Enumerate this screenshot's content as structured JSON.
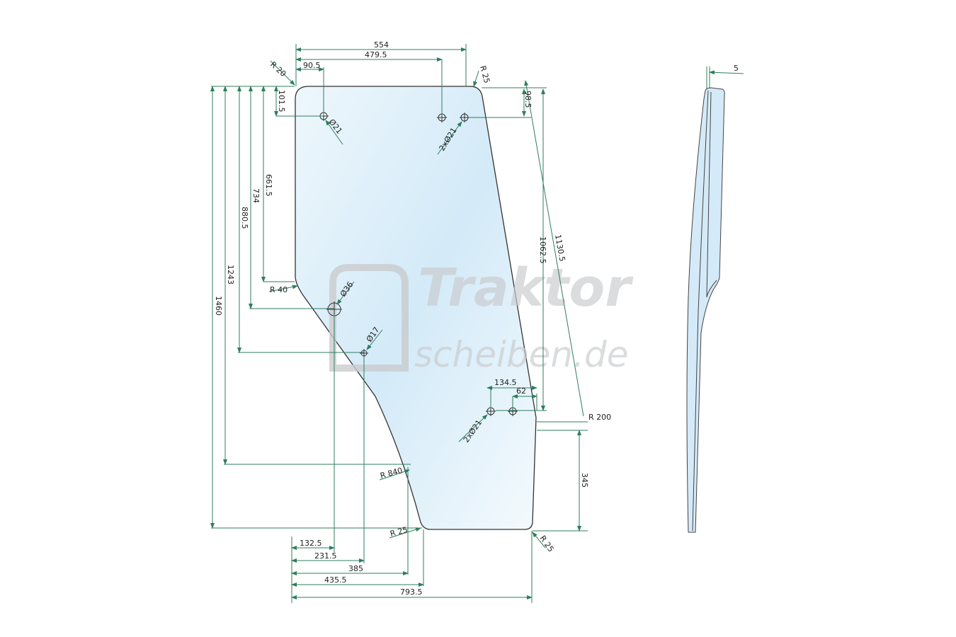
{
  "drawing": {
    "watermark": {
      "line1": "Traktor",
      "line2": "scheiben.de"
    },
    "colors": {
      "dimension": "#2f7d5e",
      "glass_light": "#e8f4fb",
      "glass_dark": "#cfe8f7",
      "outline": "#333333"
    },
    "top_dims": {
      "w554": "554",
      "w479_5": "479.5",
      "w90_5": "90.5"
    },
    "radii": {
      "r20": "R 20",
      "r25_top": "R 25",
      "r40": "R 40",
      "r200": "R 200",
      "r840": "R 840",
      "r25_bl": "R 25",
      "r25_br": "R 25"
    },
    "holes": {
      "h21": "Ø21",
      "h2x21_top": "2xØ21",
      "h36": "Ø36",
      "h17": "Ø17",
      "h2x21_bottom": "2xØ21"
    },
    "vertical_dims": {
      "v101_5": "101.5",
      "v661_5": "661.5",
      "v734": "734",
      "v880_5": "880.5",
      "v1243": "1243",
      "v1460": "1460",
      "v98_5": "98.5",
      "v1062_5": "1062.5",
      "v1130_5": "1130.5",
      "v345": "345"
    },
    "horizontal_dims": {
      "h134_5": "134.5",
      "h62": "62",
      "h132_5": "132.5",
      "h231_5": "231.5",
      "h385": "385",
      "h435_5": "435.5",
      "h793_5": "793.5"
    },
    "side_view": {
      "thickness": "5"
    }
  }
}
